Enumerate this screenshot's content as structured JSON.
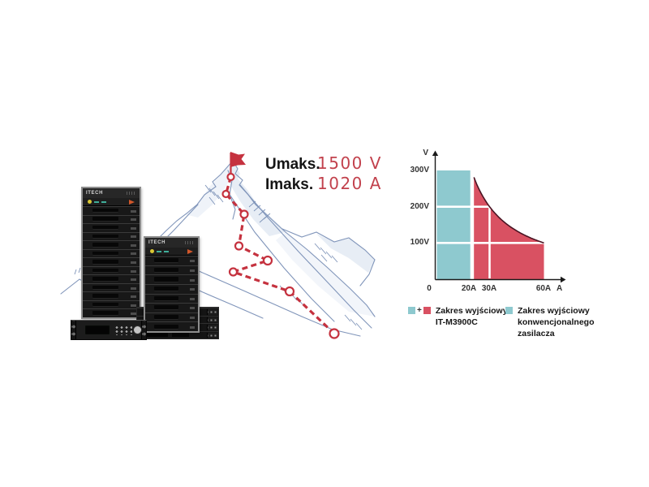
{
  "illustration": {
    "accent_red": "#c5323f",
    "spec": {
      "u_label": "Umaks.",
      "u_value": "1500 V",
      "i_label": "Imaks.",
      "i_value": "1020 A"
    },
    "devices": {
      "tower_large": {
        "brand": "ITECH",
        "modules": 13
      },
      "tower_small": {
        "brand": "ITECH",
        "modules": 8
      },
      "rack_stack": {
        "units": 4
      },
      "bench_unit": {}
    }
  },
  "chart_data": {
    "type": "area",
    "title": "",
    "xlabel": "A",
    "ylabel": "V",
    "xlim": [
      0,
      66
    ],
    "ylim": [
      0,
      330
    ],
    "grid": "white overlay lines at 100V, 200V, 20A, 30A",
    "legend_position": "bottom",
    "x_ticks": [
      {
        "value": 0,
        "label": "0"
      },
      {
        "value": 20,
        "label": "20A"
      },
      {
        "value": 30,
        "label": "30A"
      },
      {
        "value": 60,
        "label": "60A"
      }
    ],
    "y_ticks": [
      {
        "value": 100,
        "label": "100V"
      },
      {
        "value": 200,
        "label": "200V"
      },
      {
        "value": 300,
        "label": "300V"
      }
    ],
    "regions": [
      {
        "name": "conventional supply output range",
        "shape": "rect",
        "i_range": [
          0,
          20
        ],
        "v_range": [
          0,
          300
        ],
        "color": "#8ec9cf"
      },
      {
        "name": "IT-M3900C extended output range",
        "shape": "constant_power_area",
        "power_W": 6000,
        "i_range": [
          20,
          60
        ],
        "v_range": [
          100,
          300
        ],
        "color": "#d95162"
      }
    ],
    "curve": {
      "type": "constant_power",
      "power_W": 6000,
      "points": [
        [
          20,
          300
        ],
        [
          30,
          200
        ],
        [
          60,
          100
        ]
      ],
      "stroke": "#4a1322"
    },
    "legend": [
      {
        "swatches": [
          "#8ec9cf",
          "#d95162"
        ],
        "joiner": "+",
        "lines": [
          "Zakres wyjściowy",
          "IT-M3900C"
        ]
      },
      {
        "swatches": [
          "#8ec9cf"
        ],
        "lines": [
          "Zakres wyjściowy",
          "konwencjonalnego",
          "zasilacza"
        ]
      }
    ]
  }
}
